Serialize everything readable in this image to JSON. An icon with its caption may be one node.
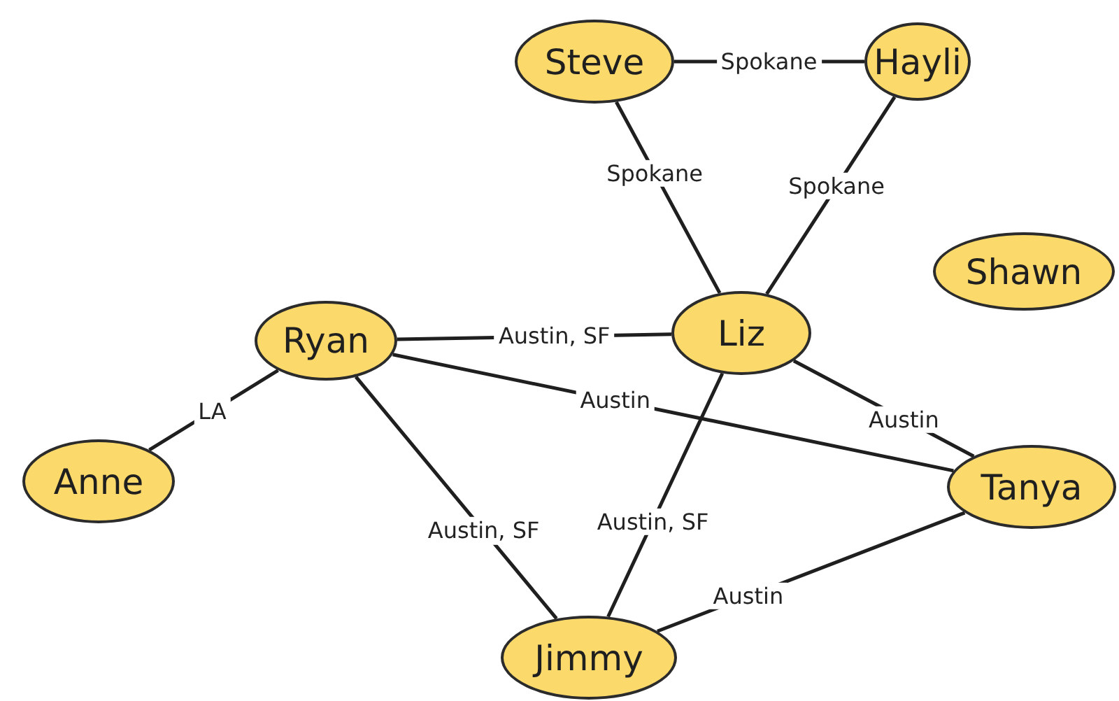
{
  "diagram": {
    "nodes": [
      {
        "text": [
          "Steve"
        ]
      },
      {
        "text": [
          "Hayli"
        ]
      },
      {
        "text": [
          "Shawn"
        ]
      },
      {
        "text": [
          "Ryan"
        ]
      },
      {
        "text": [
          "Liz"
        ]
      },
      {
        "text": [
          "Anne"
        ]
      },
      {
        "text": [
          "Tanya"
        ]
      },
      {
        "text": [
          "Jimmy"
        ]
      }
    ],
    "edges": [
      {
        "from": 0,
        "to": 1,
        "arrow": "none",
        "label": "Spokane"
      },
      {
        "from": 0,
        "to": 4,
        "arrow": "none",
        "label": "Spokane"
      },
      {
        "from": 1,
        "to": 4,
        "arrow": "none",
        "label": "Spokane"
      },
      {
        "from": 3,
        "to": 4,
        "arrow": "none",
        "label": "Austin, SF"
      },
      {
        "from": 4,
        "to": 6,
        "arrow": "none",
        "label": "Austin"
      },
      {
        "from": 3,
        "to": 5,
        "arrow": "none",
        "label": "LA"
      },
      {
        "from": 3,
        "to": 6,
        "arrow": "none",
        "label": "Austin"
      },
      {
        "from": 3,
        "to": 7,
        "arrow": "none",
        "label": "Austin, SF"
      },
      {
        "from": 4,
        "to": 7,
        "arrow": "none",
        "label": "Austin, SF"
      },
      {
        "from": 6,
        "to": 7,
        "arrow": "none",
        "label": "Austin"
      }
    ]
  }
}
